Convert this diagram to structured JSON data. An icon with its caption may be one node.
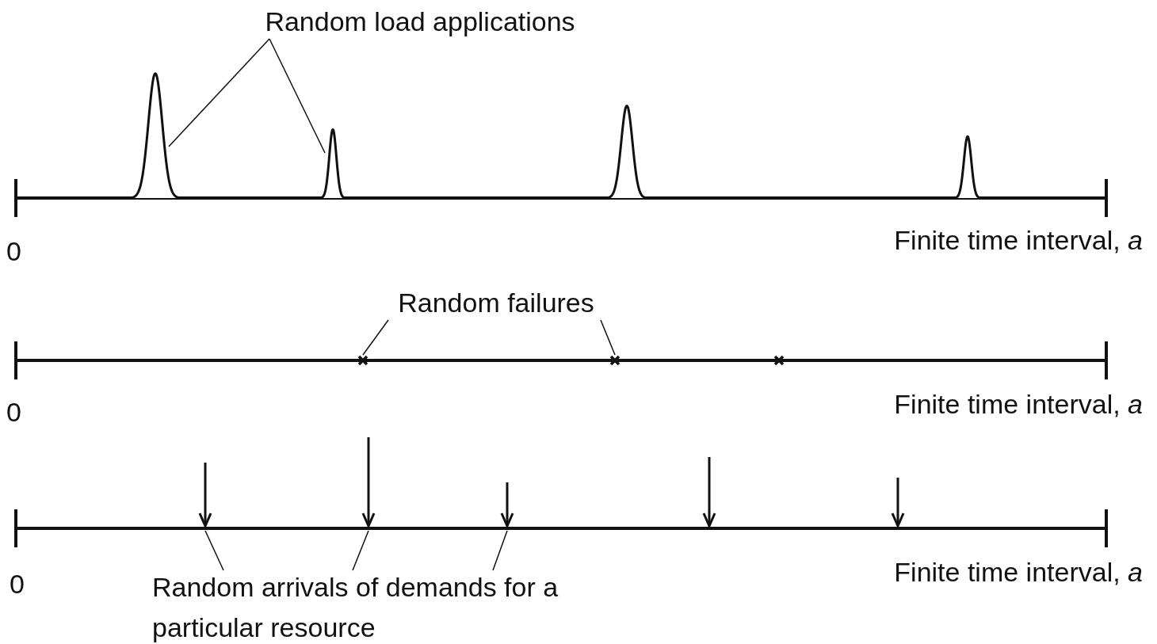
{
  "diagram": {
    "nodes": [
      {
        "text": [
          "Random load applications"
        ]
      },
      {
        "text": [],
        "shape": "peak"
      },
      {
        "text": [],
        "shape": "peak"
      },
      {
        "text": [],
        "shape": "peak"
      },
      {
        "text": [],
        "shape": "peak"
      },
      {
        "text": [
          "Random failures"
        ]
      },
      {
        "text": [],
        "shape": "cross"
      },
      {
        "text": [],
        "shape": "cross"
      },
      {
        "text": [],
        "shape": "cross"
      },
      {
        "text": [],
        "shape": "arrow"
      },
      {
        "text": [],
        "shape": "arrow"
      },
      {
        "text": [],
        "shape": "arrow"
      },
      {
        "text": [],
        "shape": "arrow"
      },
      {
        "text": [],
        "shape": "arrow"
      },
      {
        "text": [
          "Random arrivals of demands for a particular resource"
        ]
      }
    ],
    "edges": [
      {
        "from": 0,
        "to": 1,
        "arrow": "none"
      },
      {
        "from": 0,
        "to": 2,
        "arrow": "none"
      },
      {
        "from": 5,
        "to": 6,
        "arrow": "none"
      },
      {
        "from": 5,
        "to": 7,
        "arrow": "none"
      },
      {
        "from": 14,
        "to": 9,
        "arrow": "none"
      },
      {
        "from": 14,
        "to": 10,
        "arrow": "none"
      },
      {
        "from": 14,
        "to": 11,
        "arrow": "none"
      }
    ],
    "labels": [
      "0",
      "Finite time interval, *a*",
      "0",
      "Finite time interval, *a*",
      "0",
      "Finite time interval, *a*"
    ]
  }
}
